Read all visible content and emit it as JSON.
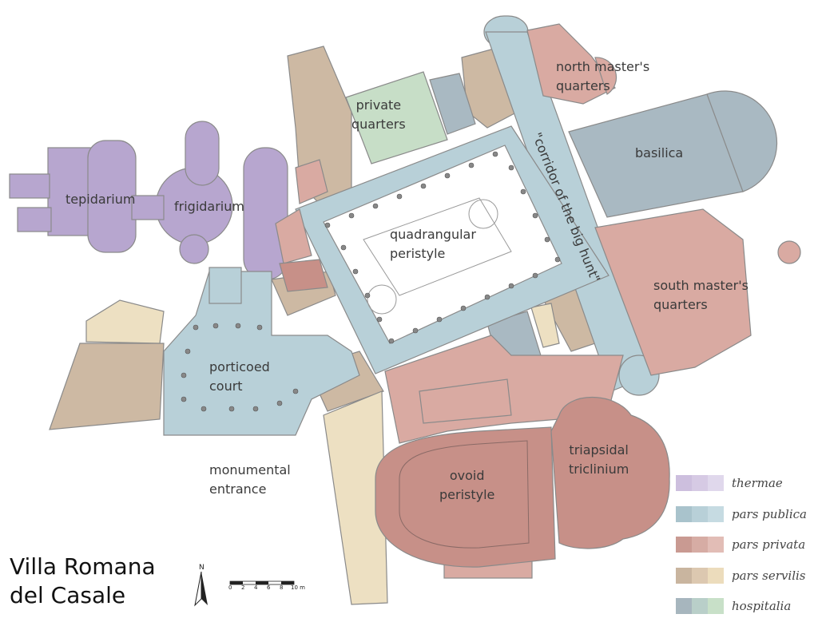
{
  "title": [
    "Villa Romana",
    "del Casale"
  ],
  "labels": {
    "tepidarium": "tepidarium",
    "frigidarium": "frigidarium",
    "private_quarters": [
      "private",
      "quarters"
    ],
    "north_master": [
      "north master's",
      "quarters"
    ],
    "basilica": "basilica",
    "corridor": "\"corridor of the big hunt\"",
    "quadrangular_peristyle": [
      "quadrangular",
      "peristyle"
    ],
    "south_master": [
      "south master's",
      "quarters"
    ],
    "porticoed_court": [
      "porticoed",
      "court"
    ],
    "monumental_entrance": [
      "monumental",
      "entrance"
    ],
    "ovoid_peristyle": [
      "ovoid",
      "peristyle"
    ],
    "triapsidal_triclinium": [
      "triapsidal",
      "triclinium"
    ]
  },
  "legend": [
    {
      "label": "thermae",
      "colors": [
        "#cdbfde",
        "#d6cae4",
        "#e0d8ec"
      ]
    },
    {
      "label": "pars publica",
      "colors": [
        "#a9c3cc",
        "#b8d0d8",
        "#c6dbe2"
      ]
    },
    {
      "label": "pars privata",
      "colors": [
        "#c99a92",
        "#d6aca4",
        "#e2bdb6"
      ]
    },
    {
      "label": "pars servilis",
      "colors": [
        "#c9b59f",
        "#dcc8b0",
        "#ecdcbc"
      ]
    },
    {
      "label": "hospitalia",
      "colors": [
        "#a7b6be",
        "#b9cfc9",
        "#c8e0c8"
      ]
    }
  ],
  "scale": {
    "ticks": [
      "0",
      "2",
      "4",
      "6",
      "8",
      "10 m"
    ],
    "north": "N"
  },
  "colors": {
    "thermae": "#b7a6cf",
    "publica": "#b8d0d8",
    "privata": "#d9aaa2",
    "privata_dark": "#c79088",
    "servilis": "#cdb9a3",
    "servilis_light": "#ede0c2",
    "hospitalia_blue": "#a9b9c2",
    "hospitalia_green": "#c7dec7",
    "wall": "#777777"
  }
}
